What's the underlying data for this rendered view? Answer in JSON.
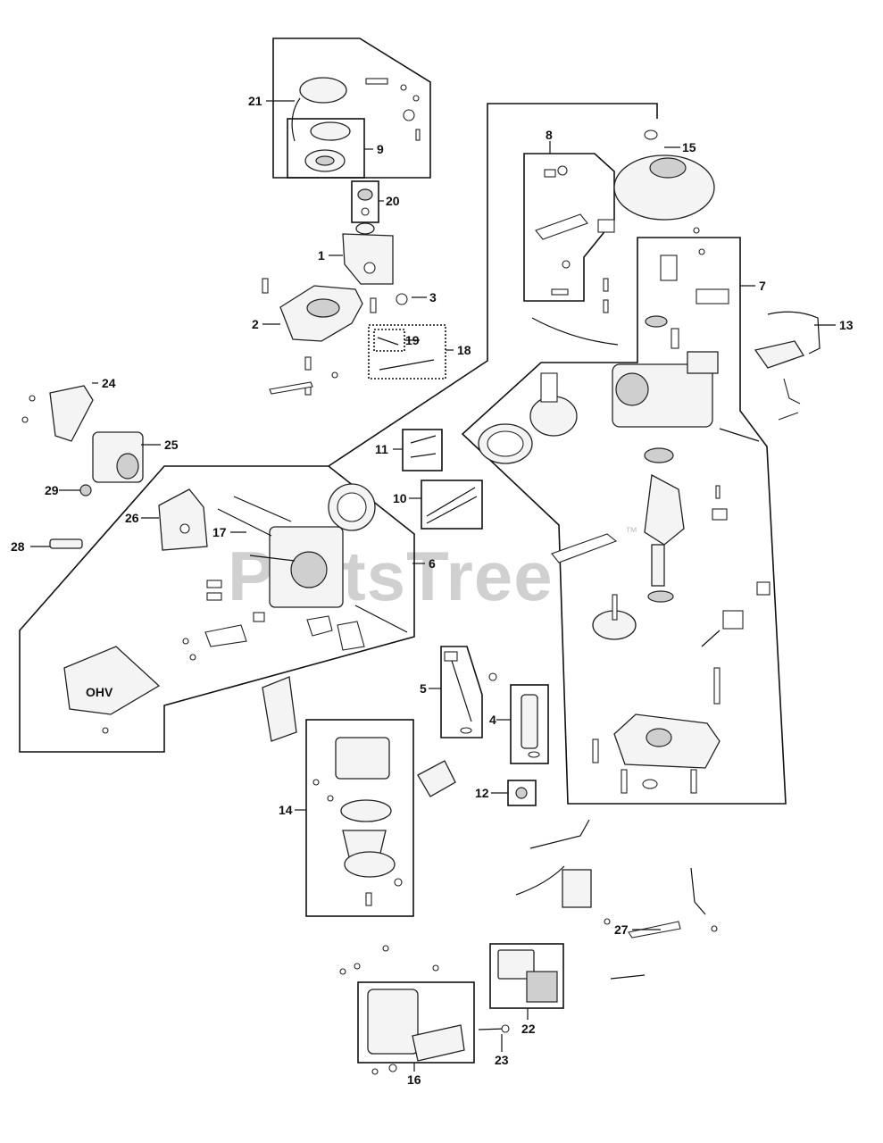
{
  "watermark": {
    "text": "PartsTree",
    "trademark": "™"
  },
  "callouts": {
    "c1": "1",
    "c2": "2",
    "c3": "3",
    "c4": "4",
    "c5": "5",
    "c6": "6",
    "c7": "7",
    "c8": "8",
    "c9": "9",
    "c10": "10",
    "c11": "11",
    "c12": "12",
    "c13": "13",
    "c14": "14",
    "c15": "15",
    "c16": "16",
    "c17": "17",
    "c18": "18",
    "c19": "19",
    "c20": "20",
    "c21": "21",
    "c22": "22",
    "c23": "23",
    "c24": "24",
    "c25": "25",
    "c26": "26",
    "c27": "27",
    "c28": "28",
    "c29": "29"
  },
  "icons": {
    "valve_cover_lettering": "OHV"
  }
}
